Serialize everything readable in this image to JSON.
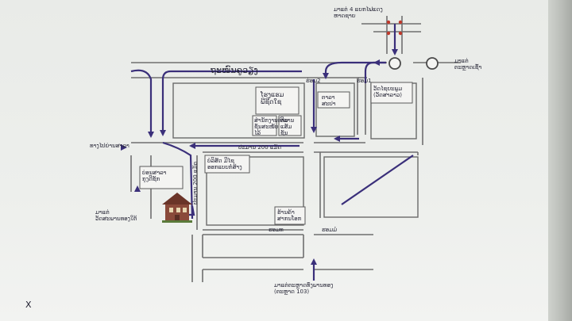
{
  "map": {
    "road_main_label": "ຖະໜົນຄູວຽງ",
    "junction_top_label": "ມາແຕ່ 4 ແຍກໄຟແດງ\nຫາດຊາຍ",
    "from_right_label": "ມາແຕ່\nຕະຫຼາດເຊົ້າ",
    "from_left_label": "ທາງໄປຍ່ານສາລາ",
    "from_left_bottom_label": "ມາແຕ່\nວັດສະພານທອງໃຕ້",
    "from_bottom_label": "ມາແຕ່ຕະຫຼາດທົ່ງພານທອງ\n(ຕະຫຼາດ 103)",
    "alley_2_label": "ຮ່ອມ2",
    "alley_1_label": "ຮ່ອມ1",
    "hotel_label": "ໂຮງແຮມ\nພີຊີດໃຊ",
    "box_small_a": "ສຳນັກງານທ່ານ\nຊັ່ນສະໜັບ\nໄລ້",
    "box_small_b": "ອີວານ\nແສັມ\nຊັນ",
    "box_right_1": "ຕາລາ\nສະປາ",
    "box_right_2": "ວັດໄຊຍະພູມ\n(ວັດສາລາວ)",
    "box_center": "ບໍລິສັດ ມີໄຊ\nອອກແບບກໍ່ສ້າງ",
    "box_left": "ບ່ອນສາລາ\nກຸງດີຊັກ",
    "distance_h": "ປະມານ 200 ແມັດ",
    "distance_v": "ປະມານ 200 ແມັດ",
    "box_bottom": "ຮ້ານຄ້າ\nສາກນໂອກ",
    "alley_bottom_a": "ຮອມທ",
    "alley_bottom_b": "ຮອມມໍ",
    "corner_mark": "X"
  }
}
